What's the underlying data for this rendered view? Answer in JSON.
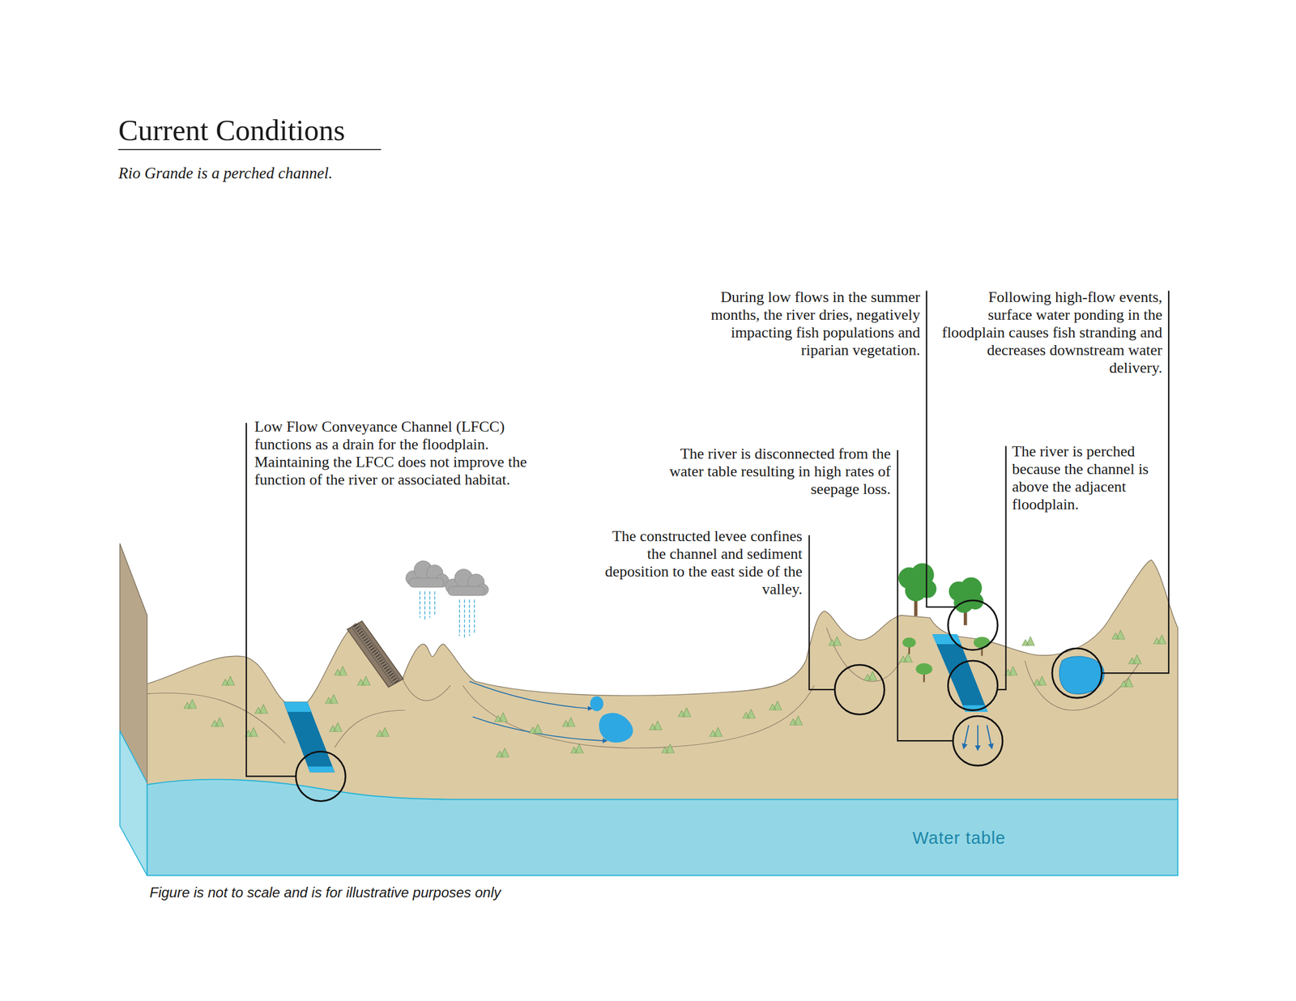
{
  "diagram": {
    "title": "Current Conditions",
    "caption": "Figure is not to scale and is for illustrative purposes only",
    "labels": [
      "Rio Grande is a perched channel.",
      "Low Flow Conveyance Channel (LFCC) functions as a drain for the floodplain. Maintaining the LFCC does not improve the function of the river or associated habitat.",
      "During low flows in the summer months, the river dries, negatively impacting fish populations and riparian vegetation.",
      "Following high-flow events, surface water ponding in the floodplain causes fish stranding and decreases downstream water delivery.",
      "The river is disconnected from the water table resulting in high rates of seepage loss.",
      "The river is perched because the channel is above the adjacent floodplain.",
      "The constructed levee confines the channel and sediment deposition to the east side of the valley.",
      "Water table"
    ]
  }
}
